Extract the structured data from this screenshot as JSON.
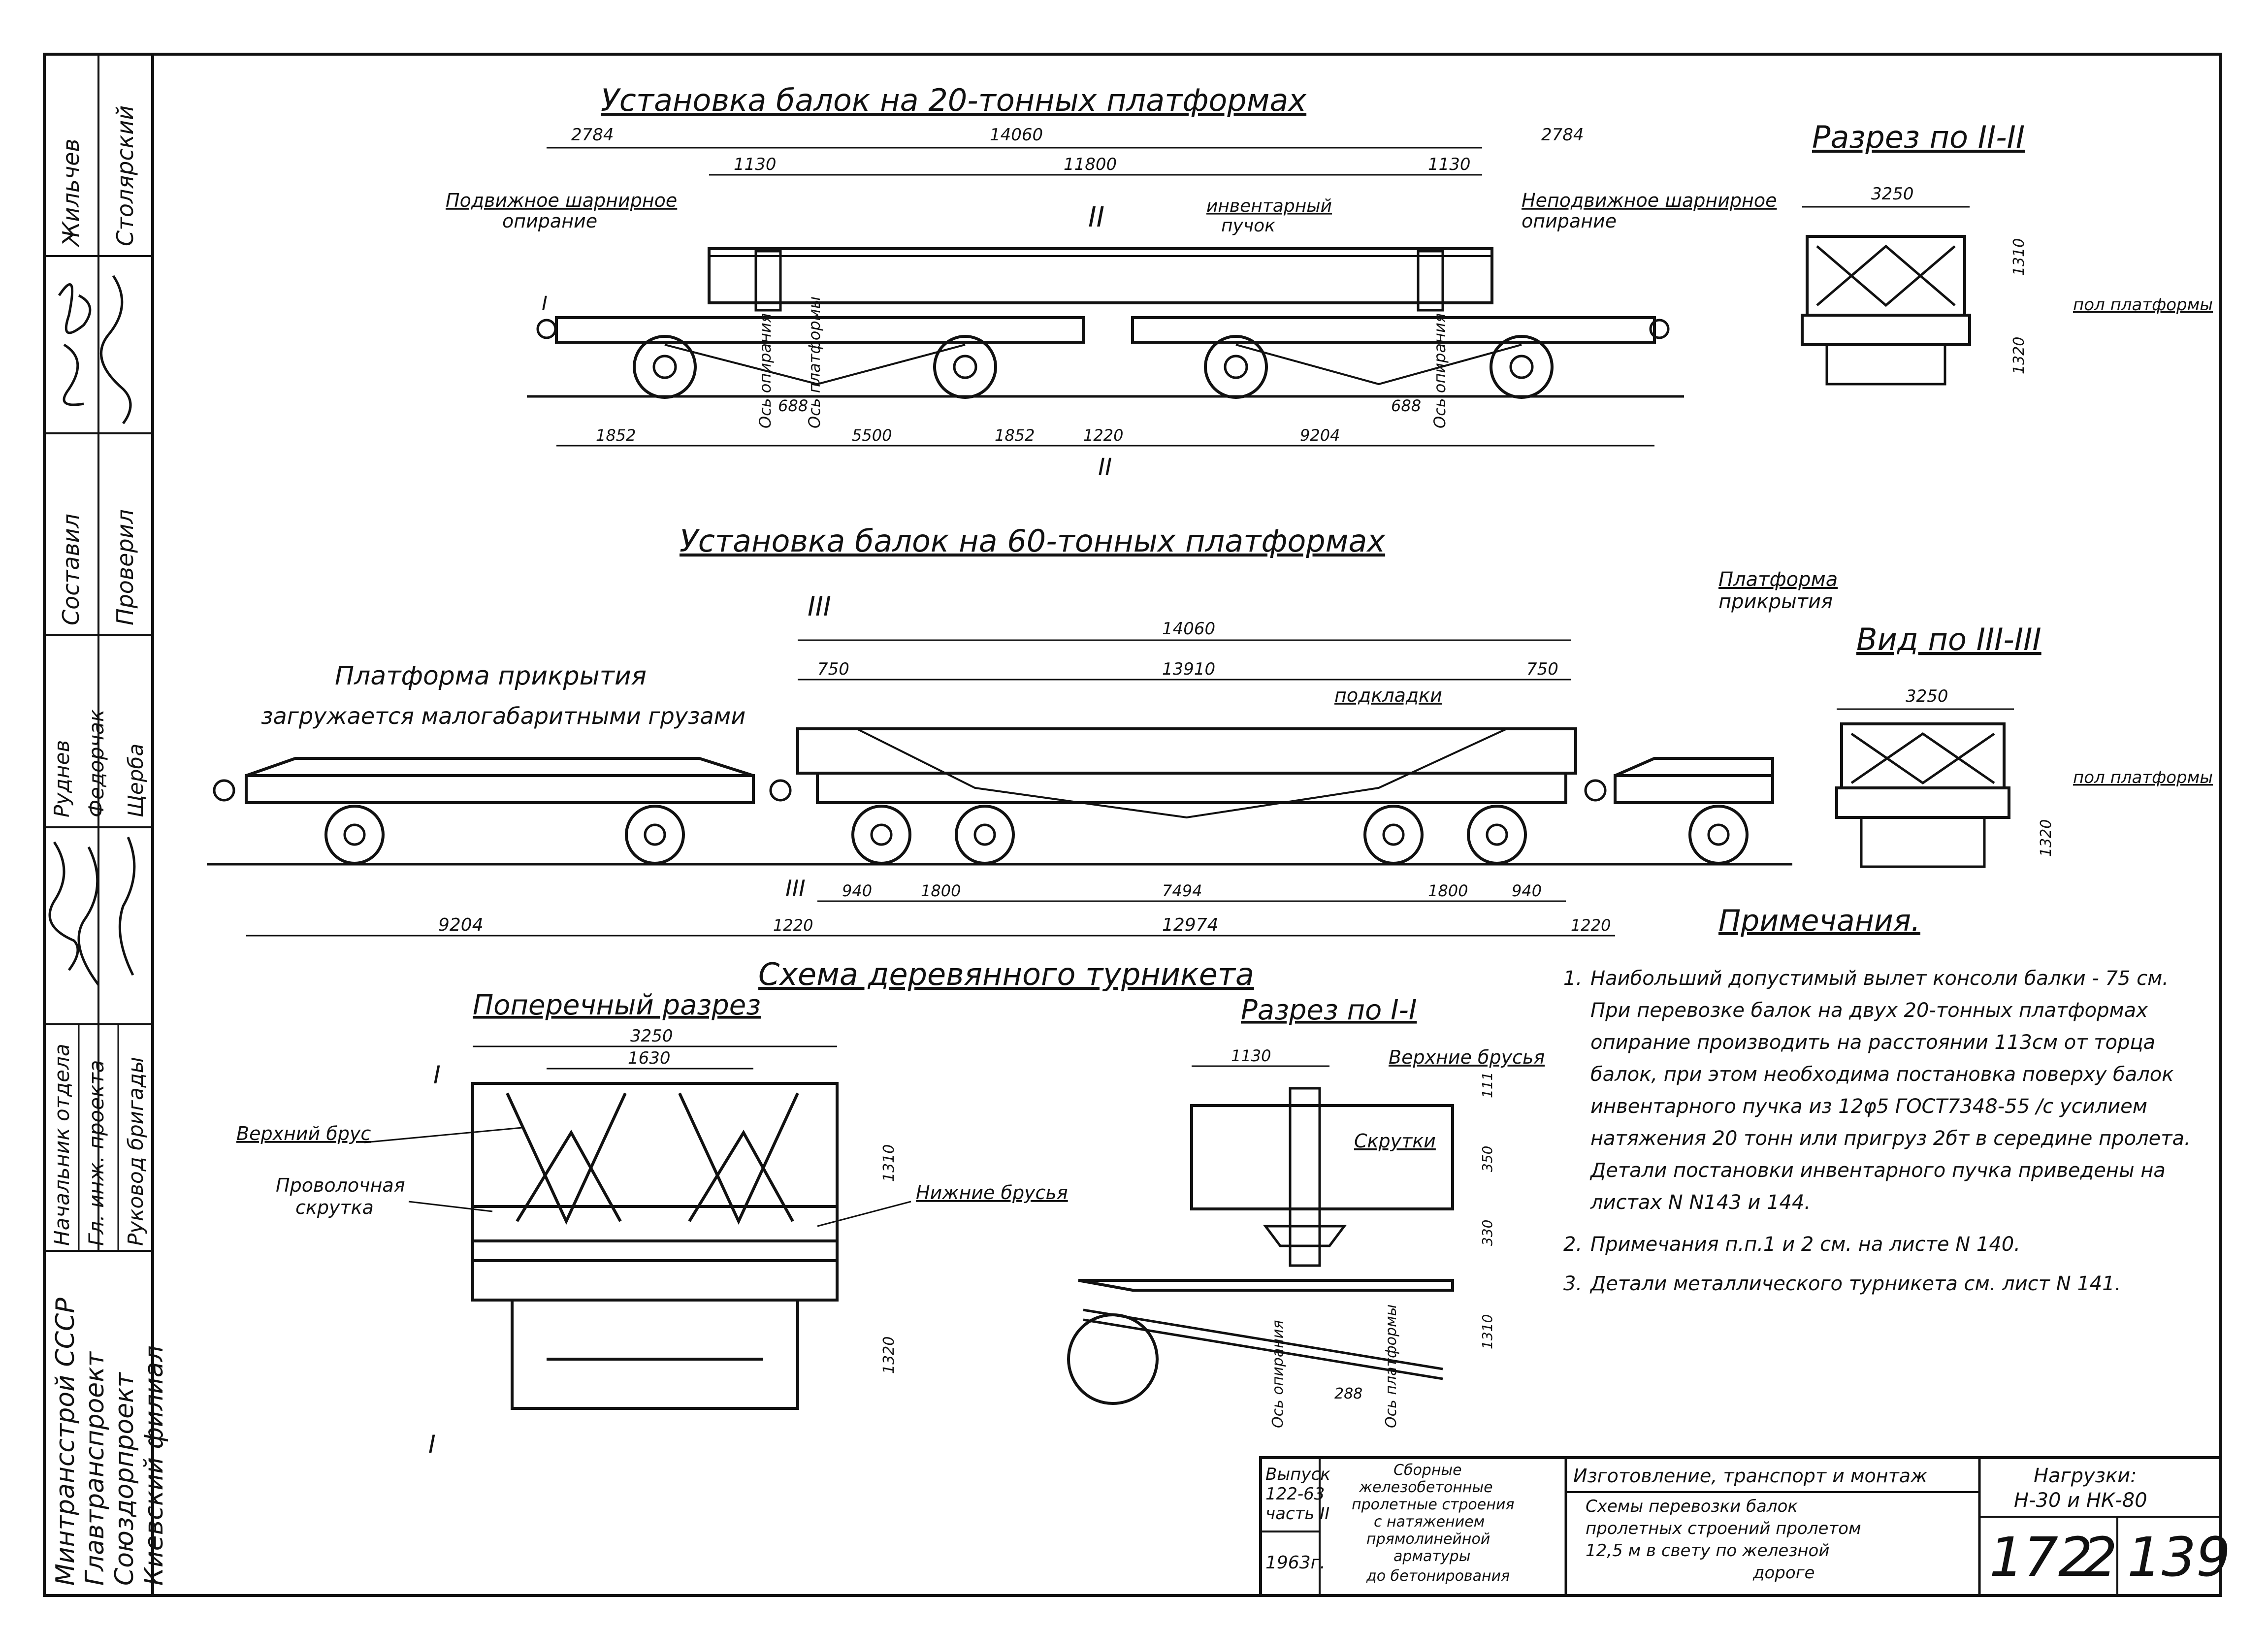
{
  "titles": {
    "t20": "Установка балок на 20-тонных платформах",
    "t60": "Установка балок на 60-тонных платформах",
    "turnstile": "Схема деревянного турникета",
    "cut2": "Разрез по II-II",
    "view3": "Вид по III-III",
    "cross": "Поперечный разрез",
    "cut1": "Разрез по I-I",
    "notes": "Примечания."
  },
  "dims20": {
    "top": [
      "2784",
      "14060",
      "2784"
    ],
    "mid": [
      "1130",
      "11800",
      "1130"
    ],
    "bottom": [
      "1852",
      "688",
      "5500",
      "1852",
      "1220",
      "9204",
      "688"
    ]
  },
  "labels20": {
    "left_support": [
      "Подвижное шарнирное",
      "опирание"
    ],
    "right_support": [
      "Неподвижное шарнирное",
      "опирание"
    ],
    "bundle": [
      "инвентарный",
      "пучок"
    ],
    "axis_a": "Ось опирания",
    "axis_p": "Ось платформы",
    "axis_b": "Ось опирания",
    "mark_I": "I",
    "mark_II": "II"
  },
  "dims_cut2": {
    "width": "3250",
    "h1": "1310",
    "h2": "1320",
    "floor": "пол платформы"
  },
  "dims60": {
    "top": "14060",
    "mid": [
      "750",
      "13910",
      "750"
    ],
    "low": [
      "940",
      "1800",
      "7494",
      "1800",
      "940"
    ],
    "bottom": [
      "9204",
      "1220",
      "12974",
      "1220"
    ],
    "mark_III": "III"
  },
  "labels60": {
    "cover_left": [
      "Платформа прикрытия",
      "загружается малогабаритными грузами"
    ],
    "cover_right": [
      "Платформа",
      "прикрытия"
    ],
    "pads": "подкладки"
  },
  "dims_view3": {
    "width": "3250",
    "h": "1320",
    "floor": "пол платформы"
  },
  "cross_section": {
    "width": "3250",
    "inner": "1630",
    "h1": "1310",
    "h2": "1320",
    "top_bar": "Верхний брус",
    "wire": [
      "Проволочная",
      "скрутка"
    ],
    "low_bars": "Нижние брусья",
    "mark": "I"
  },
  "cut1": {
    "dim_top": "1130",
    "top_bars": "Верхние брусья",
    "twists": "Скрутки",
    "d1": "111",
    "d2": "350",
    "d3": "330",
    "d4": "1310",
    "d5": "288",
    "axis_a": "Ось опирания",
    "axis_p": "Ось платформы"
  },
  "notes": [
    {
      "n": "1.",
      "lines": [
        "Наибольший допустимый вылет консоли балки - 75 см.",
        "При перевозке балок на двух 20-тонных платформах",
        "опирание производить на расстоянии 113см от торца",
        "балок, при этом необходима постановка поверху балок",
        "инвентарного пучка из 12φ5 ГОСТ7348-55 /с усилием",
        "натяжения 20 тонн или пригруз 2бт в середине пролета.",
        "Детали постановки инвентарного пучка приведены на",
        "листах N N143 и 144."
      ]
    },
    {
      "n": "2.",
      "lines": [
        "Примечания п.п.1 и 2 см. на листе N 140."
      ]
    },
    {
      "n": "3.",
      "lines": [
        "Детали металлического турникета см. лист N 141."
      ]
    }
  ],
  "side_stamp": {
    "org": [
      "Минтрансстрой СССР",
      "Главтранспроект",
      "Союздорпроект",
      "Киевский филиал"
    ],
    "roles": [
      "Начальник отдела",
      "Гл. инж. проекта",
      "Руковод бригады",
      "Руднев",
      "Федорчак",
      "Щерба",
      "Составил",
      "Проверил",
      "Жильчев",
      "Столярский"
    ]
  },
  "title_block": {
    "issue": [
      "Выпуск",
      "122-63",
      "часть II"
    ],
    "year": "1963г.",
    "desc": [
      "Сборные",
      "железобетонные",
      "пролетные строения",
      "с натяжением",
      "прямолинейной",
      "арматуры",
      "до бетонирования"
    ],
    "section": "Изготовление, транспорт и монтаж",
    "sheet_title": [
      "Схемы перевозки балок",
      "пролетных строений пролетом",
      "12,5 м в свету по железной",
      "дороге"
    ],
    "loads": [
      "Нагрузки:",
      "Н-30 и НК-80"
    ],
    "n1": "172",
    "n2": "2",
    "sheet": "139"
  }
}
